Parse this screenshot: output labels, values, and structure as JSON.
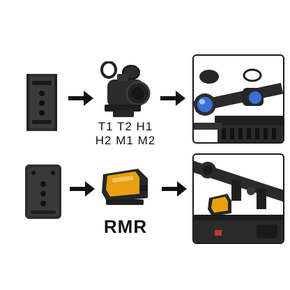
{
  "row1": {
    "labels_line1": "T1 T2 H1",
    "labels_line2": "H2 M1 M2"
  },
  "row2": {
    "label": "RMR"
  },
  "colors": {
    "metal": "#2b2b2b",
    "metal_light": "#4a4a4a",
    "lens_blue": "#3b6fd6",
    "lens_amber": "#e8a010",
    "frame": "#1a1a1a"
  }
}
